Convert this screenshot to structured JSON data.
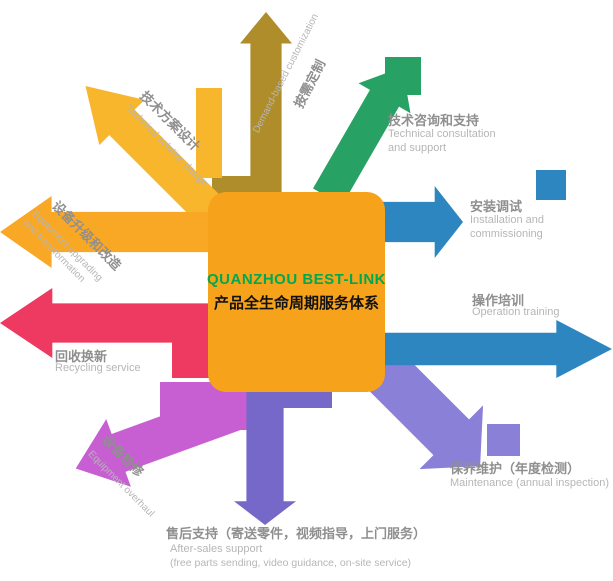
{
  "center": {
    "title_en": "QUANZHOU BEST-LINK",
    "title_zh": "产品全生命周期服务体系"
  },
  "services": {
    "demand": {
      "zh": "按需定制",
      "en": "Demand-based customization"
    },
    "solution": {
      "zh": "技术方案设计",
      "en": "Technical solution design"
    },
    "consult": {
      "zh": "技术咨询和支持",
      "en_1": "Technical consultation",
      "en_2": "and support"
    },
    "install": {
      "zh": "安装调试",
      "en_1": "Installation and",
      "en_2": "commissioning"
    },
    "training": {
      "zh": "操作培训",
      "en": "Operation training"
    },
    "maintenance": {
      "zh": "保养维护（年度检测）",
      "en": "Maintenance (annual inspection)"
    },
    "aftersales": {
      "zh": "售后支持（寄送零件，视频指导，上门服务）",
      "en_1": "After-sales support",
      "en_2": "(free parts sending, video guidance, on-site service)"
    },
    "overhaul": {
      "zh": "设备检修",
      "en": "Equipment overhaul"
    },
    "recycle": {
      "zh": "回收换新",
      "en": "Recycling service"
    },
    "upgrade": {
      "zh": "设备升级和改造",
      "en_1": "Equipment upgrading",
      "en_2": "and transformation"
    }
  },
  "colors": {
    "center_orange": "#F7A21B",
    "gold": "#AF8D2A",
    "yellow": "#F8B62D",
    "orange": "#F9A826",
    "red": "#EE3A60",
    "orchid": "#C75FD3",
    "purple": "#7668C9",
    "light_purple": "#8A80D8",
    "blue": "#2E86C1",
    "green": "#28A164",
    "label_zh_gray": "#8F8F8F",
    "label_en_gray": "#B6B6B6",
    "title_green": "#00A94F"
  }
}
